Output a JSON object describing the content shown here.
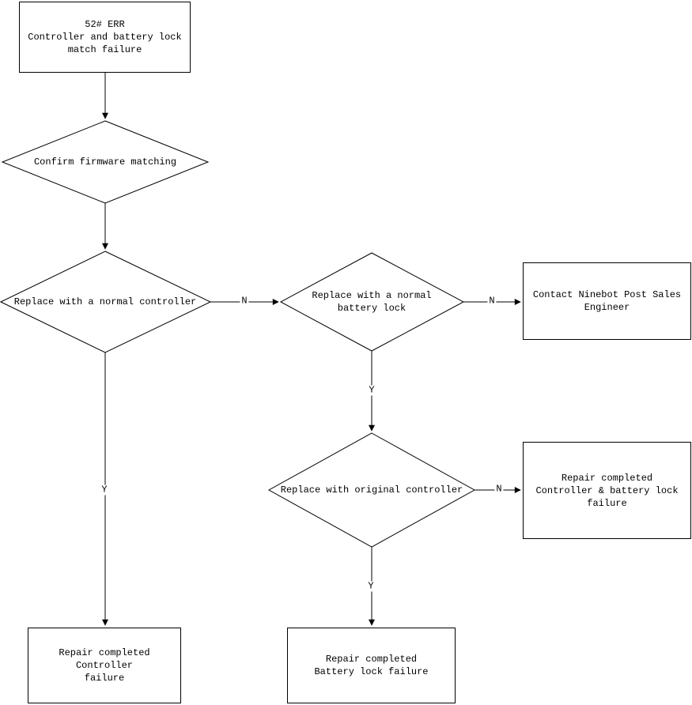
{
  "diagram": {
    "type": "flowchart",
    "colors": {
      "line": "#000000",
      "text": "#000000",
      "background": "#ffffff"
    },
    "nodes": {
      "start": "52# ERR\nController and battery lock\nmatch failure",
      "confirm_firmware": "Confirm firmware matching",
      "replace_normal_controller": "Replace with a normal controller",
      "replace_normal_battery_lock": "Replace with a normal\nbattery lock",
      "contact_engineer": "Contact Ninebot Post Sales\nEngineer",
      "replace_original_controller": "Replace with original controller",
      "repair_both_failure": "Repair completed\nController & battery lock\nfailure",
      "repair_controller_failure": "Repair completed Controller\nfailure",
      "repair_battery_lock_failure": "Repair completed\nBattery lock failure"
    },
    "edge_labels": {
      "controller_no": "N",
      "battery_lock_no": "N",
      "battery_lock_yes": "Y",
      "original_controller_no": "N",
      "original_controller_yes": "Y",
      "controller_yes": "Y"
    }
  }
}
